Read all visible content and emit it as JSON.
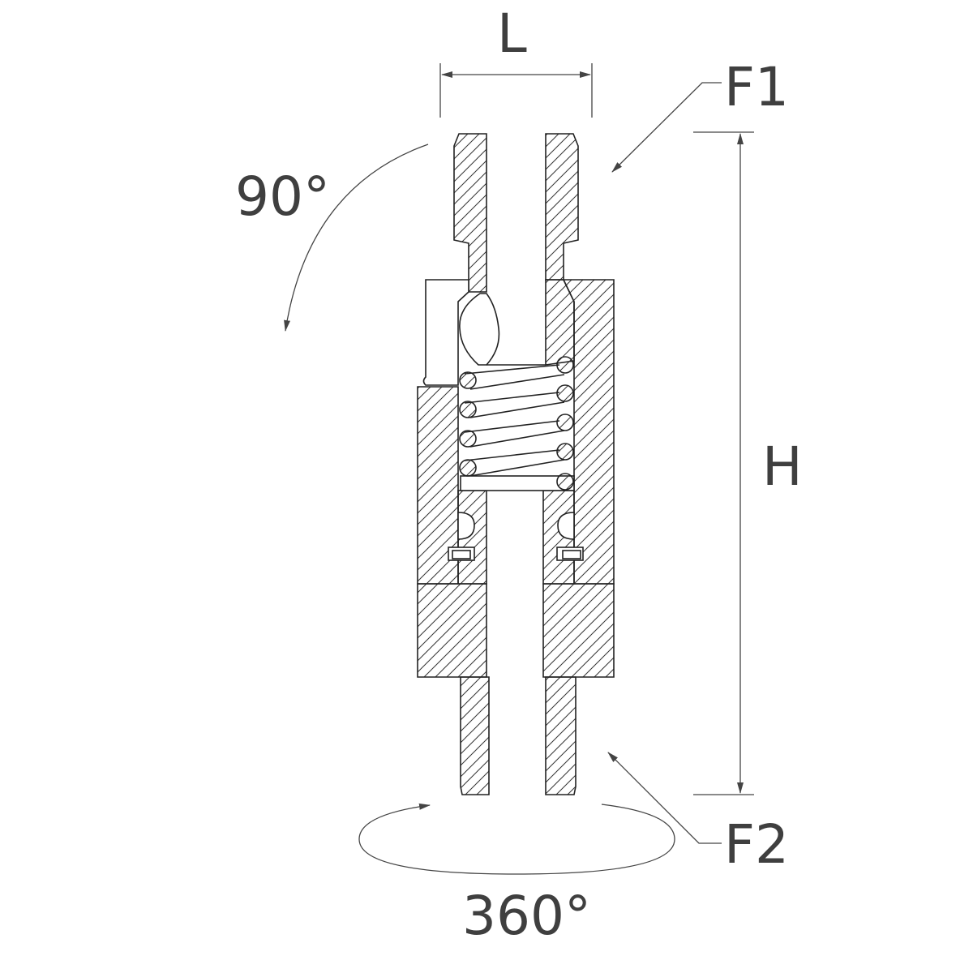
{
  "labels": {
    "width_dim": "L",
    "height_dim": "H",
    "force_top": "F1",
    "force_bottom": "F2",
    "swivel_angle": "90°",
    "rotation_angle": "360°"
  },
  "colors": {
    "line": "#222222",
    "label": "#3f3f3f"
  }
}
